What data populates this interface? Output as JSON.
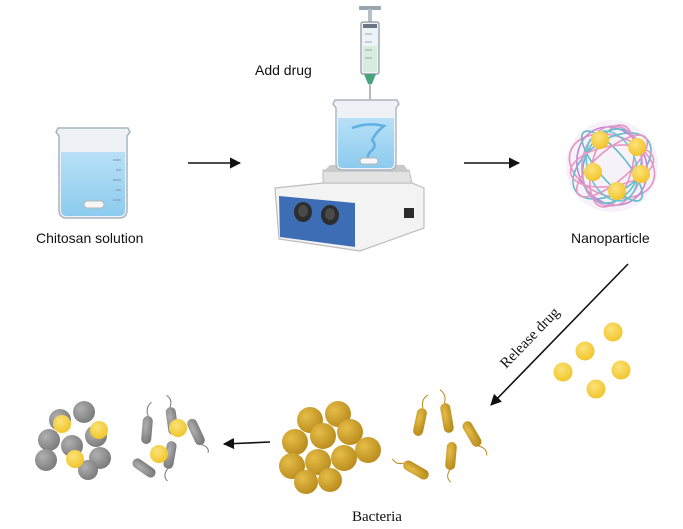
{
  "labels": {
    "chitosan": "Chitosan solution",
    "add_drug": "Add drug",
    "nanoparticle": "Nanoparticle",
    "release_drug": "Release drug",
    "bacteria": "Bacteria"
  },
  "colors": {
    "glass": "#dfe6ee",
    "liquid": "#9fd3f2",
    "drug_yellow": "#f5d242",
    "bacteria_gold": "#d4a52a",
    "dead_gray": "#8e8e8e",
    "hotplate_blue": "#3d6db4",
    "fiber_pink": "#e48ab8",
    "fiber_teal": "#4fb7c4"
  }
}
